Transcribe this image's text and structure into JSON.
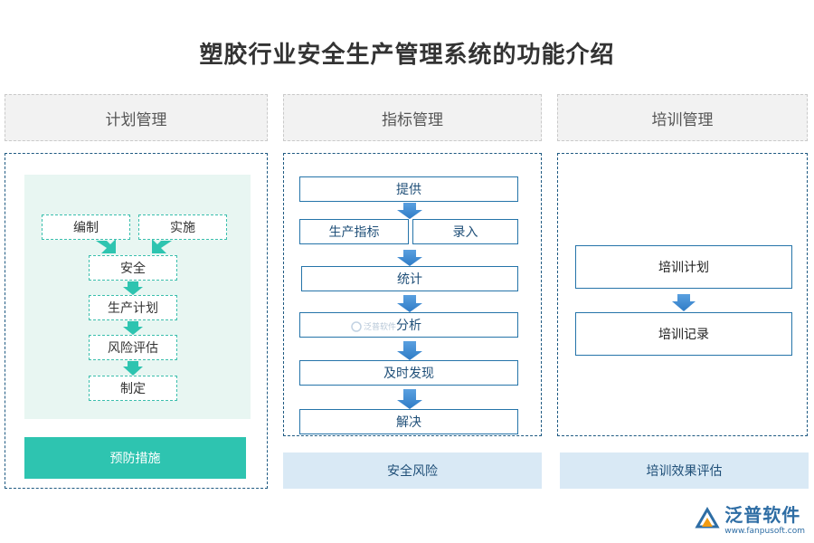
{
  "title": "塑胶行业安全生产管理系统的功能介绍",
  "columns": [
    {
      "header": "计划管理",
      "top_left": "编制",
      "top_right": "实施",
      "steps": [
        "安全",
        "生产计划",
        "风险评估",
        "制定"
      ],
      "footer": "预防措施"
    },
    {
      "header": "指标管理",
      "steps": [
        "提供",
        "生产指标",
        "录入",
        "统计",
        "分析",
        "及时发现",
        "解决"
      ],
      "footer": "安全风险"
    },
    {
      "header": "培训管理",
      "steps": [
        "培训计划",
        "培训记录"
      ],
      "footer": "培训效果评估"
    }
  ],
  "watermark": "泛普软件",
  "logo": {
    "name": "泛普软件",
    "url": "www.fanpusoft.com"
  },
  "colors": {
    "teal": "#2ec4b0",
    "blue": "#4a8fd4",
    "border": "#2574a9"
  }
}
